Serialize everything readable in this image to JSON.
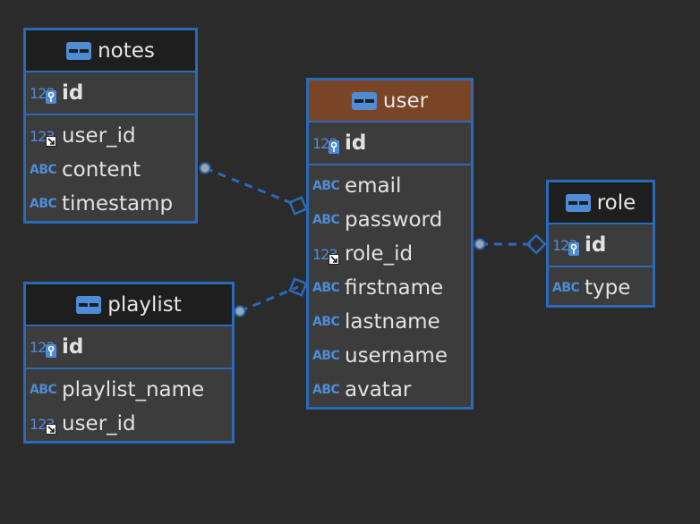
{
  "entities": [
    {
      "key": "notes",
      "title": "notes",
      "highlight": false,
      "pk": {
        "type": "123",
        "name": "id"
      },
      "fields": [
        {
          "type": "123",
          "name": "user_id",
          "kind": "fk"
        },
        {
          "type": "ABC",
          "name": "content"
        },
        {
          "type": "ABC",
          "name": "timestamp"
        }
      ]
    },
    {
      "key": "playlist",
      "title": "playlist",
      "highlight": false,
      "pk": {
        "type": "123",
        "name": "id"
      },
      "fields": [
        {
          "type": "ABC",
          "name": "playlist_name"
        },
        {
          "type": "123",
          "name": "user_id",
          "kind": "fk"
        }
      ]
    },
    {
      "key": "user",
      "title": "user",
      "highlight": true,
      "pk": {
        "type": "123",
        "name": "id"
      },
      "fields": [
        {
          "type": "ABC",
          "name": "email"
        },
        {
          "type": "ABC",
          "name": "password"
        },
        {
          "type": "123",
          "name": "role_id",
          "kind": "fk"
        },
        {
          "type": "ABC",
          "name": "firstname"
        },
        {
          "type": "ABC",
          "name": "lastname"
        },
        {
          "type": "ABC",
          "name": "username"
        },
        {
          "type": "ABC",
          "name": "avatar"
        }
      ]
    },
    {
      "key": "role",
      "title": "role",
      "highlight": false,
      "pk": {
        "type": "123",
        "name": "id"
      },
      "fields": [
        {
          "type": "ABC",
          "name": "type"
        }
      ]
    }
  ],
  "relations": [
    {
      "from": "notes",
      "to": "user"
    },
    {
      "from": "playlist",
      "to": "user"
    },
    {
      "from": "user",
      "to": "role"
    }
  ],
  "colors": {
    "background": "#2b2b2b",
    "border": "#2a6ab7",
    "header": "#1e1e1e",
    "header_highlight": "#7a4426",
    "body": "#3c3c3c",
    "type_icon": "#4f8cd6",
    "text": "#e2e2e2"
  },
  "icons": {
    "table": "table-icon",
    "primary_key": "key-icon",
    "foreign_key": "link-icon"
  }
}
